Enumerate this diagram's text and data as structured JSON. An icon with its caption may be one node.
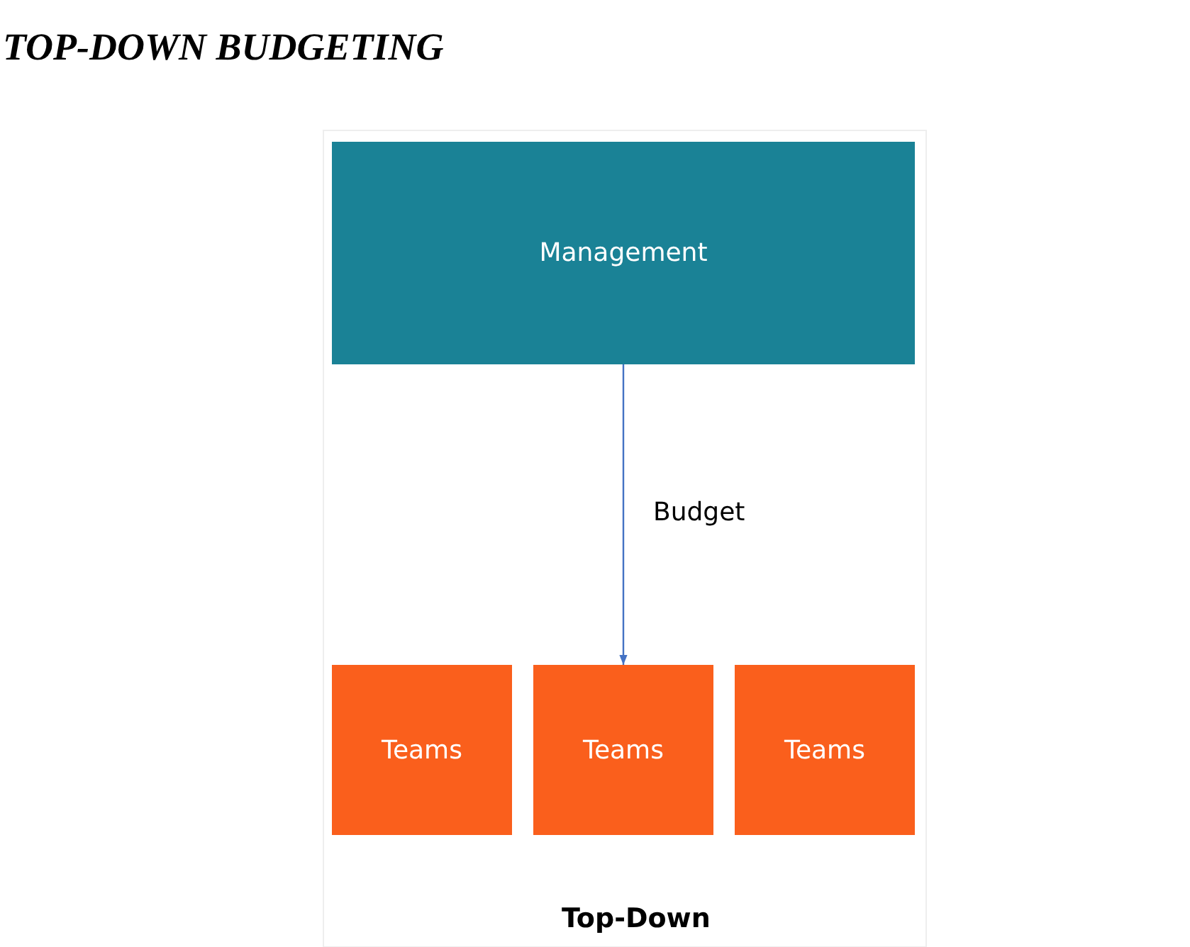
{
  "diagram": {
    "title": "TOP-DOWN BUDGETING",
    "nodes": [
      {
        "text": [
          "Management"
        ]
      },
      {
        "text": [
          "Teams"
        ]
      },
      {
        "text": [
          "Teams"
        ]
      },
      {
        "text": [
          "Teams"
        ]
      }
    ],
    "edges": [
      {
        "from": 0,
        "to": 2,
        "arrow": "to",
        "label": "Budget"
      }
    ],
    "labels": [
      "Top-Down"
    ]
  }
}
